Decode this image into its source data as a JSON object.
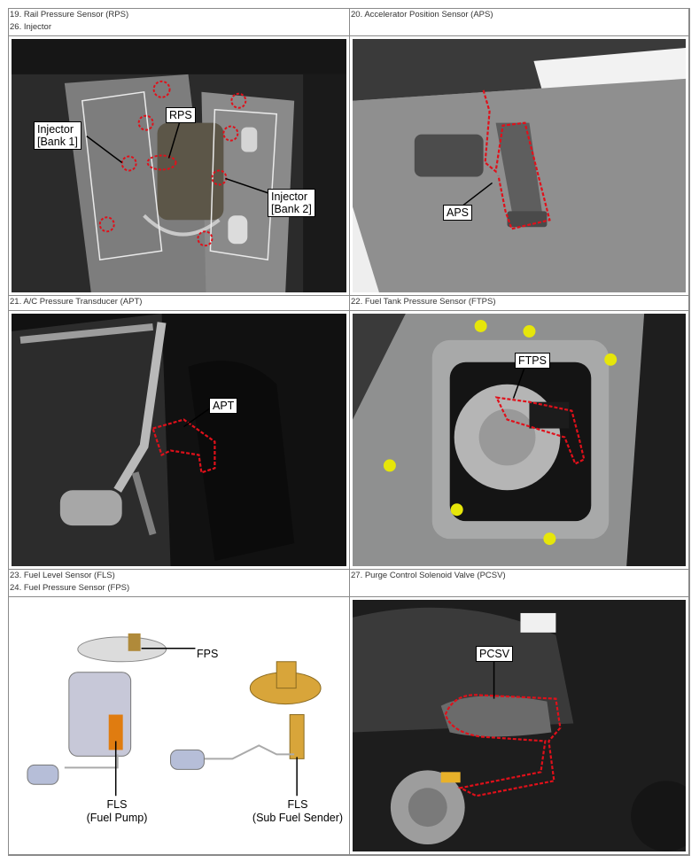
{
  "sections": {
    "rps_injector": {
      "heading_1": "19. Rail Pressure Sensor (RPS)",
      "heading_2": "26. Injector",
      "labels": {
        "rps": "RPS",
        "injector_bank1_l1": "Injector",
        "injector_bank1_l2": "[Bank 1]",
        "injector_bank2_l1": "Injector",
        "injector_bank2_l2": "[Bank 2]"
      }
    },
    "aps": {
      "heading": "20. Accelerator Position Sensor (APS)",
      "labels": {
        "aps": "APS"
      }
    },
    "apt": {
      "heading": "21. A/C Pressure Transducer (APT)",
      "labels": {
        "apt": "APT"
      }
    },
    "ftps": {
      "heading": "22. Fuel Tank Pressure Sensor (FTPS)",
      "labels": {
        "ftps": "FTPS"
      }
    },
    "fls_fps": {
      "heading_1": "23. Fuel Level Sensor (FLS)",
      "heading_2": "24. Fuel Pressure Sensor (FPS)",
      "labels": {
        "fps": "FPS",
        "fls_pump_l1": "FLS",
        "fls_pump_l2": "(Fuel Pump)",
        "fls_sub_l1": "FLS",
        "fls_sub_l2": "(Sub Fuel Sender)"
      }
    },
    "pcsv": {
      "heading": "27. Purge Control Solenoid Valve (PCSV)",
      "labels": {
        "pcsv": "PCSV"
      }
    }
  },
  "colors": {
    "marker_red": "#e0101a",
    "border": "#8a8a8a",
    "bracket_gold": "#e8b13c"
  }
}
